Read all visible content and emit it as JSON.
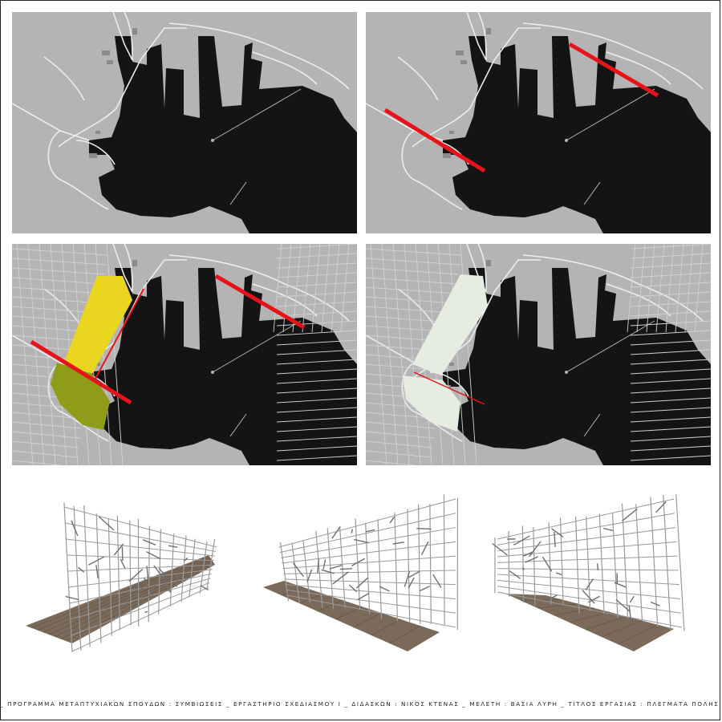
{
  "panels": [
    {
      "id": "site-base",
      "overlays": []
    },
    {
      "id": "site-axes",
      "overlays": [
        "red-axis-west",
        "red-axis-north"
      ]
    },
    {
      "id": "site-zones",
      "overlays": [
        "urban-grid",
        "yellow-zone",
        "olive-zone",
        "red-axis-west",
        "red-axis-north"
      ]
    },
    {
      "id": "site-park",
      "overlays": [
        "urban-grid",
        "pale-zone",
        "thin-red-line"
      ]
    }
  ],
  "renders": [
    {
      "id": "perspective-front",
      "view": "front-left"
    },
    {
      "id": "perspective-side",
      "view": "side"
    },
    {
      "id": "perspective-corner",
      "view": "back-right"
    }
  ],
  "colors": {
    "land": "#b4b4b4",
    "sea": "#141414",
    "roads": "#ededed",
    "axis_red": "#e8131a",
    "zone_yellow": "#ead51f",
    "zone_olive": "#8e9c17",
    "zone_pale": "#e6ece0",
    "deck": "#7b6a5a",
    "pipe": "#9a9a9a"
  },
  "footer": {
    "credits": "_ ΠΡΟΓΡΑΜΜΑ ΜΕΤΑΠΤΥΧΙΑΚΩΝ ΣΠΟΥΔΩΝ : ΣΥΜΒΙΩΣΕΙΣ _ ΕΡΓΑΣΤΗΡΙΟ ΣΧΕΔΙΑΣΜΟΥ I _ ΔΙΔΑΣΚΩΝ : ΝΙΚΟΣ ΚΤΕΝΑΣ _ ΜΕΛΕΤΗ : ΒΑΣΙΑ ΛΥΡΗ _ ΤΙΤΛΟΣ ΕΡΓΑΣΙΑΣ : ΠΛΕΓΜΑΤΑ ΠΟΛΗΣ _"
  }
}
